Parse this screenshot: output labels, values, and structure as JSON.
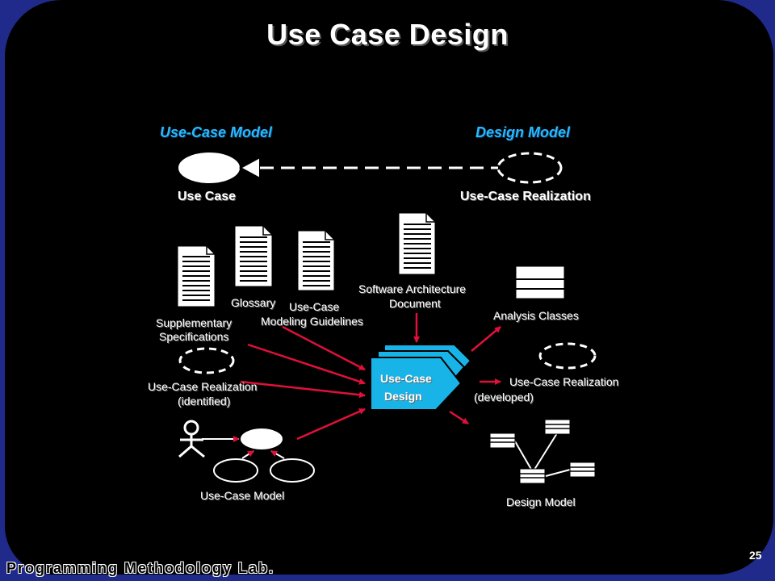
{
  "slide": {
    "title": "Use Case Design",
    "page_number": "25",
    "footer": "Programming Methodology Lab."
  },
  "diagram": {
    "top": {
      "use_case_model_header": "Use-Case Model",
      "design_model_header": "Design Model",
      "use_case_label": "Use Case",
      "realization_label": "Use-Case Realization"
    },
    "inputs": {
      "supplementary": "Supplementary",
      "specifications": "Specifications",
      "glossary": "Glossary",
      "guidelines_line1": "Use-Case",
      "guidelines_line2": "Modeling Guidelines",
      "sad_line1": "Software Architecture",
      "sad_line2": "Document",
      "realization_identified_line1": "Use-Case Realization",
      "realization_identified_line2": "(identified)",
      "use_case_model": "Use-Case Model"
    },
    "activity": {
      "line1": "Use-Case",
      "line2": "Design"
    },
    "outputs": {
      "analysis_classes": "Analysis Classes",
      "realization_developed_line1": "Use-Case Realization",
      "realization_developed_line2": "(developed)",
      "design_model": "Design Model"
    },
    "colors": {
      "arrow": "#e0103a",
      "activity_fill": "#18b4e8",
      "header": "#2ab8ff",
      "background": "#000000",
      "border": "#1f2a8a"
    }
  }
}
